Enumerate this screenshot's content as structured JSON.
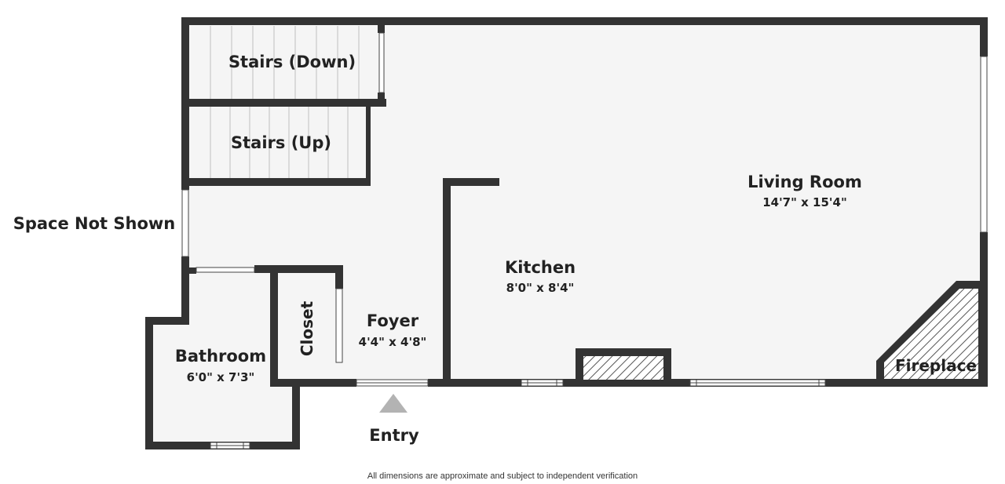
{
  "rooms": {
    "stairs_down": {
      "label": "Stairs (Down)"
    },
    "stairs_up": {
      "label": "Stairs (Up)"
    },
    "living_room": {
      "label": "Living Room",
      "dims": "14'7\" x 15'4\""
    },
    "kitchen": {
      "label": "Kitchen",
      "dims": "8'0\" x 8'4\""
    },
    "foyer": {
      "label": "Foyer",
      "dims": "4'4\" x 4'8\""
    },
    "bathroom": {
      "label": "Bathroom",
      "dims": "6'0\" x 7'3\""
    },
    "closet": {
      "label": "Closet"
    },
    "fireplace": {
      "label": "Fireplace"
    }
  },
  "space_not_shown": "Space Not Shown",
  "entry": "Entry",
  "disclaimer": "All dimensions are approximate and subject to independent verification",
  "colors": {
    "wall": "#333333",
    "floor": "#f5f5f5",
    "tread_line": "#c8c8c8",
    "arrow": "#b3b3b3"
  }
}
